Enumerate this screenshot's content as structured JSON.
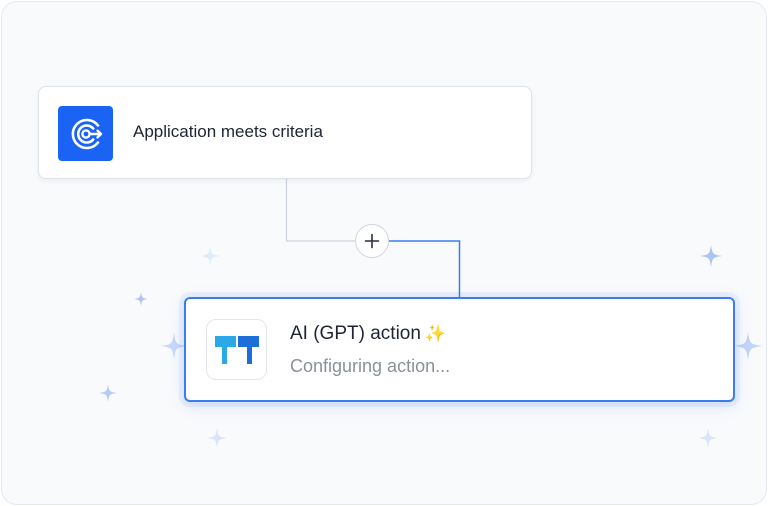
{
  "trigger": {
    "label": "Application meets criteria",
    "icon": "criteria-target-icon",
    "icon_bg": "#1b63f5"
  },
  "connector": {
    "add_icon": "plus-icon"
  },
  "action": {
    "title": "AI (GPT) action",
    "title_emoji": "✨",
    "status": "Configuring action...",
    "icon": "ai-gpt-logo-icon",
    "border_color": "#3b7cf0"
  },
  "decorations": {
    "sparkle_color": "#c9d8f8"
  }
}
